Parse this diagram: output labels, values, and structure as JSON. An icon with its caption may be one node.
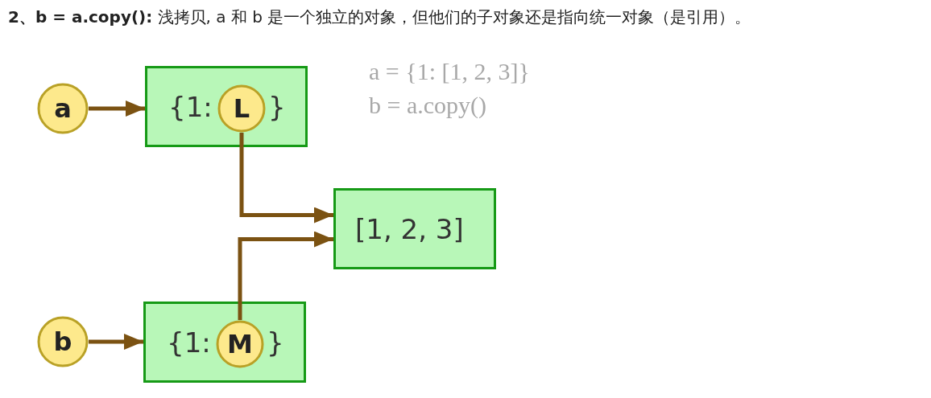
{
  "diagram": {
    "title": "**2、b = a.copy():** 浅拷贝, a 和 b 是一个独立的对象，但他们的子对象还是指向统一对象（是引用）。",
    "nodes": [
      {
        "text": [
          "a"
        ]
      },
      {
        "text": [
          "{1:",
          "}"
        ]
      },
      {
        "text": [
          "L"
        ],
        "in": 1
      },
      {
        "text": [
          "[1, 2, 3]"
        ]
      },
      {
        "text": [
          "b"
        ]
      },
      {
        "text": [
          "{1:",
          "}"
        ]
      },
      {
        "text": [
          "M"
        ],
        "in": 5
      }
    ],
    "edges": [
      {
        "from": 0,
        "to": 1,
        "arrow": "to"
      },
      {
        "from": 2,
        "to": 3,
        "arrow": "to"
      },
      {
        "from": 6,
        "to": 3,
        "arrow": "to"
      },
      {
        "from": 4,
        "to": 5,
        "arrow": "to"
      }
    ],
    "labels": [
      "a = {1: [1, 2, 3]}",
      "b = a.copy()"
    ]
  }
}
